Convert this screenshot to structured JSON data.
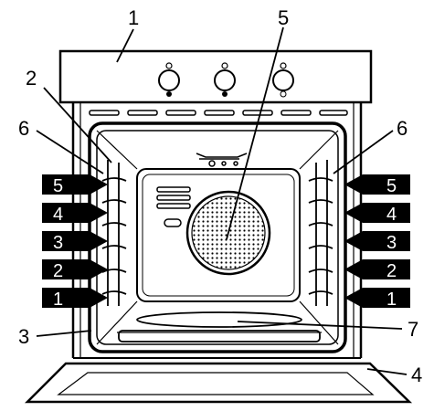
{
  "callouts": {
    "control_panel": "1",
    "grill_element": "2",
    "oven_lamp": "3",
    "door": "4",
    "fan": "5",
    "shelf_support_left": "6",
    "shelf_support_right": "6",
    "grease_tray": "7"
  },
  "shelf_levels": [
    "5",
    "4",
    "3",
    "2",
    "1"
  ],
  "colors": {
    "line": "#000000",
    "background": "#ffffff",
    "level_marker": "#000000",
    "level_text": "#ffffff"
  }
}
